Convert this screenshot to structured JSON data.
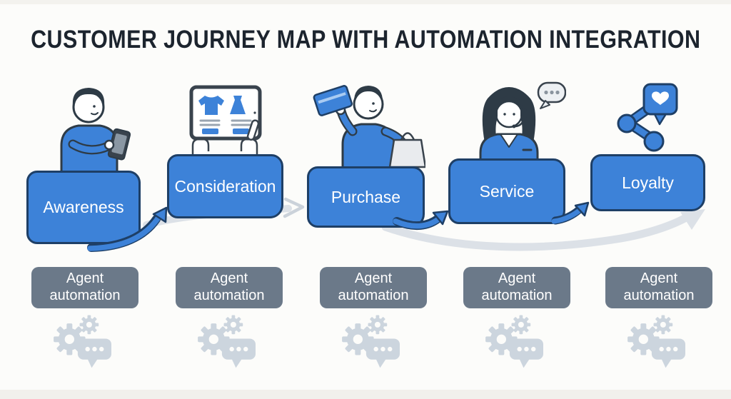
{
  "title": "CUSTOMER JOURNEY MAP WITH AUTOMATION INTEGRATION",
  "stages": [
    {
      "label": "Awareness",
      "icon": "person-browsing-phone-icon"
    },
    {
      "label": "Consideration",
      "icon": "hands-holding-tablet-icon"
    },
    {
      "label": "Purchase",
      "icon": "person-credit-card-shopping-bag-icon"
    },
    {
      "label": "Service",
      "icon": "support-agent-headset-icon"
    },
    {
      "label": "Loyalty",
      "icon": "share-heart-icon"
    }
  ],
  "automation_box": {
    "line1": "Agent",
    "line2": "automation"
  },
  "automation_icon": "gears-chat-bubble-icon",
  "colors": {
    "stage_blue": "#3d82d8",
    "outline_navy": "#1e3f66",
    "illustration_ink": "#2e3b46",
    "automation_gray": "#6b7989",
    "light_icon_gray": "#ccd5de",
    "ribbon_gray": "#dce1e7",
    "title_color": "#1c242e",
    "label_white": "#ffffff",
    "background": "#fcfcfa"
  }
}
